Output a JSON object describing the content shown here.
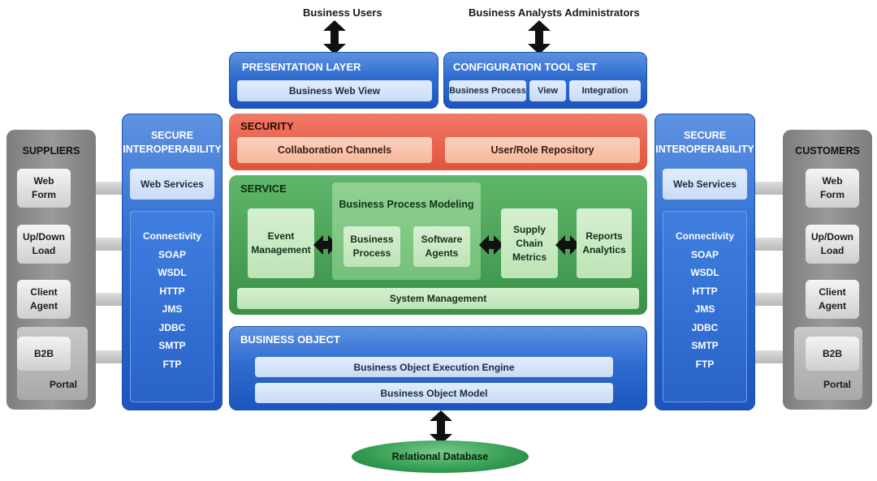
{
  "top_labels": {
    "business_users": "Business Users",
    "analysts": "Business Analysts Administrators"
  },
  "presentation": {
    "title": "PRESENTATION LAYER",
    "item": "Business Web View"
  },
  "config": {
    "title": "CONFIGURATION TOOL SET",
    "items": [
      "Business Process",
      "View",
      "Integration"
    ]
  },
  "security": {
    "title": "SECURITY",
    "items": [
      "Collaboration Channels",
      "User/Role Repository"
    ]
  },
  "service": {
    "title": "SERVICE",
    "event": "Event\nManagement",
    "bpm_title": "Business Process Modeling",
    "business_process": "Business\nProcess",
    "software_agents": "Software\nAgents",
    "supply_chain": "Supply\nChain\nMetrics",
    "reports": "Reports\nAnalytics",
    "system_mgmt": "System Management"
  },
  "business_object": {
    "title": "BUSINESS OBJECT",
    "items": [
      "Business Object Execution Engine",
      "Business Object Model"
    ]
  },
  "database": "Relational Database",
  "suppliers": {
    "title": "SUPPLIERS",
    "items": [
      "Web\nForm",
      "Up/Down\nLoad",
      "Client\nAgent",
      "B2B",
      "Portal"
    ]
  },
  "customers": {
    "title": "CUSTOMERS",
    "items": [
      "Web\nForm",
      "Up/Down\nLoad",
      "Client\nAgent",
      "B2B",
      "Portal"
    ]
  },
  "interop_left": {
    "title": "SECURE\nINTEROPERABILITY",
    "web_services": "Web Services",
    "connectivity": [
      "Connectivity",
      "SOAP",
      "WSDL",
      "HTTP",
      "JMS",
      "JDBC",
      "SMTP",
      "FTP"
    ]
  },
  "interop_right": {
    "title": "SECURE\nINTEROPERABILITY",
    "web_services": "Web Services",
    "connectivity": [
      "Connectivity",
      "SOAP",
      "WSDL",
      "HTTP",
      "JMS",
      "JDBC",
      "SMTP",
      "FTP"
    ]
  },
  "colors": {
    "blue": "#2f6cd0",
    "red": "#e0533c",
    "green": "#399147",
    "grey": "#8c8c8c",
    "arrow": "#111111",
    "db": "#2f9a4a"
  }
}
